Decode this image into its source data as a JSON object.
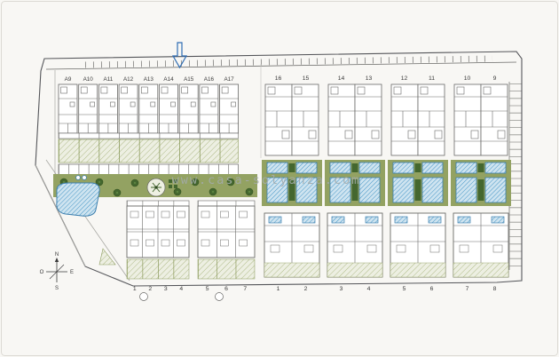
{
  "page": {
    "watermark": "www.casa-solyanza.com"
  },
  "plots": {
    "top_left": [
      "A9",
      "A10",
      "A11",
      "A12",
      "A13",
      "A14",
      "A15",
      "A16",
      "A17"
    ],
    "top_right": [
      "16",
      "15",
      "14",
      "13",
      "12",
      "11",
      "10",
      "9"
    ],
    "bottom_left_a": [
      "1",
      "2",
      "3",
      "4"
    ],
    "bottom_left_b": [
      "5",
      "6",
      "7"
    ],
    "bottom_right": [
      "1",
      "2",
      "3",
      "4",
      "5",
      "6",
      "7",
      "8"
    ]
  },
  "compass": {
    "n": "N",
    "s": "S",
    "e": "E",
    "o": "O"
  },
  "colors": {
    "pool_blue": "#4d9bc9",
    "pool_fill": "#cfe4f0",
    "lawn_green": "#93a262",
    "tree_green": "#44672f",
    "line_gray": "#6a6a68",
    "arrow_blue": "#2f6db3",
    "watermark_gray": "#a3abac"
  }
}
